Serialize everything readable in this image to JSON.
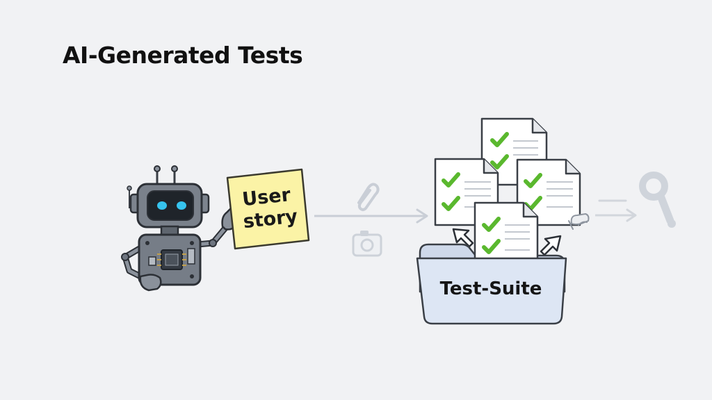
{
  "title": "AI-Generated Tests",
  "note": {
    "line1": "User",
    "line2": "story"
  },
  "folder": {
    "label": "Test-Suite"
  },
  "colors": {
    "background": "#f1f2f4",
    "note_fill": "#fbf3a6",
    "check": "#5ab82e",
    "folder_fill": "#dde6f4",
    "robot_body": "#6e7580",
    "robot_eyes": "#36c3ee",
    "faded": "#cdd2d9"
  },
  "icons": [
    "robot-icon",
    "paperclip-icon",
    "camera-icon",
    "key-icon",
    "scroll-icon",
    "cursor-arrow-icon"
  ]
}
